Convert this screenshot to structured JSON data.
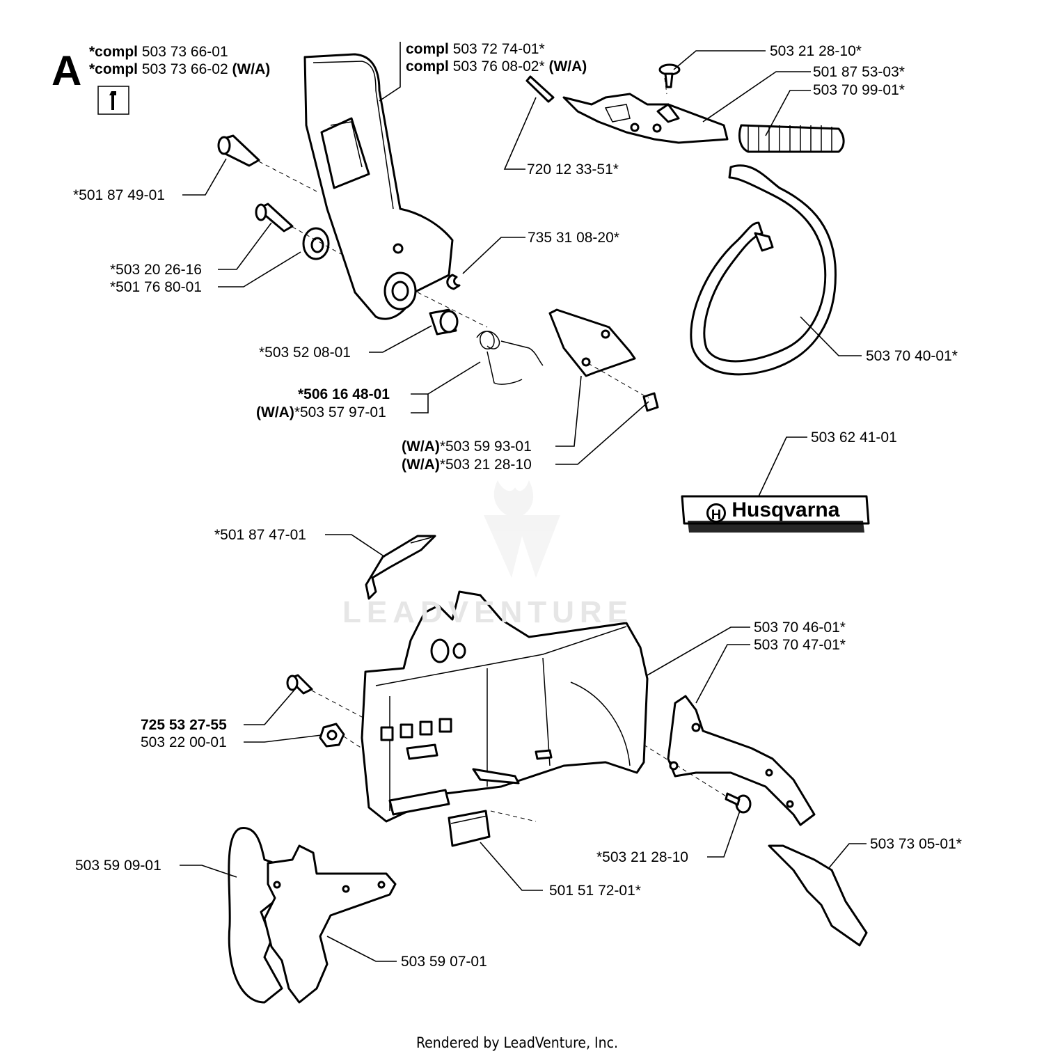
{
  "section": {
    "letter": "A",
    "tool_icon": "wrench-icon"
  },
  "labels": {
    "compl_a1_bold": "*compl",
    "compl_a1_num": "503 73 66-01",
    "compl_a2_bold": "*compl",
    "compl_a2_num": "503 73 66-02",
    "compl_a2_tag": "(W/A)",
    "compl_b1_bold": "compl",
    "compl_b1_num": "503 72 74-01*",
    "compl_b2_bold": "compl",
    "compl_b2_num": "503 76 08-02*",
    "compl_b2_tag": "(W/A)",
    "p_5032128_10": "503 21 28-10*",
    "p_5018753_03": "501 87 53-03*",
    "p_5037099_01": "503 70 99-01*",
    "p_7201233_51": "720 12 33-51*",
    "p_5018749_01": "*501 87 49-01",
    "p_7353108_20": "735 31 08-20*",
    "p_5032026_16": "*503 20 26-16",
    "p_5017680_01": "*501 76 80-01",
    "p_5037040_01": "503 70 40-01*",
    "p_5035208_01": "*503 52 08-01",
    "p_5061648_01": "*506 16 48-01",
    "p_5035797_01_tag": "(W/A)",
    "p_5035797_01": "*503 57 97-01",
    "p_5035993_01_tag": "(W/A)",
    "p_5035993_01": "*503 59 93-01",
    "p_5032128_10b_tag": "(W/A)",
    "p_5032128_10b": "*503 21 28-10",
    "p_5036241_01": "503 62 41-01",
    "p_5018747_01": "*501 87 47-01",
    "p_5037046_01": "503 70 46-01*",
    "p_5037047_01": "503 70 47-01*",
    "p_7255327_55": "725 53 27-55",
    "p_5032200_01": "503 22 00-01",
    "p_5032128_10c": "*503 21 28-10",
    "p_5037305_01": "503 73 05-01*",
    "p_5035909_01": "503 59 09-01",
    "p_5015172_01": "501 51 72-01*",
    "p_5035907_01": "503 59 07-01"
  },
  "decal": {
    "brand_text": "Husqvarna",
    "logo_icon": "husqvarna-logo-icon"
  },
  "watermark": {
    "text": "LEADVENTURE"
  },
  "footer": {
    "text": "Rendered by LeadVenture, Inc."
  }
}
